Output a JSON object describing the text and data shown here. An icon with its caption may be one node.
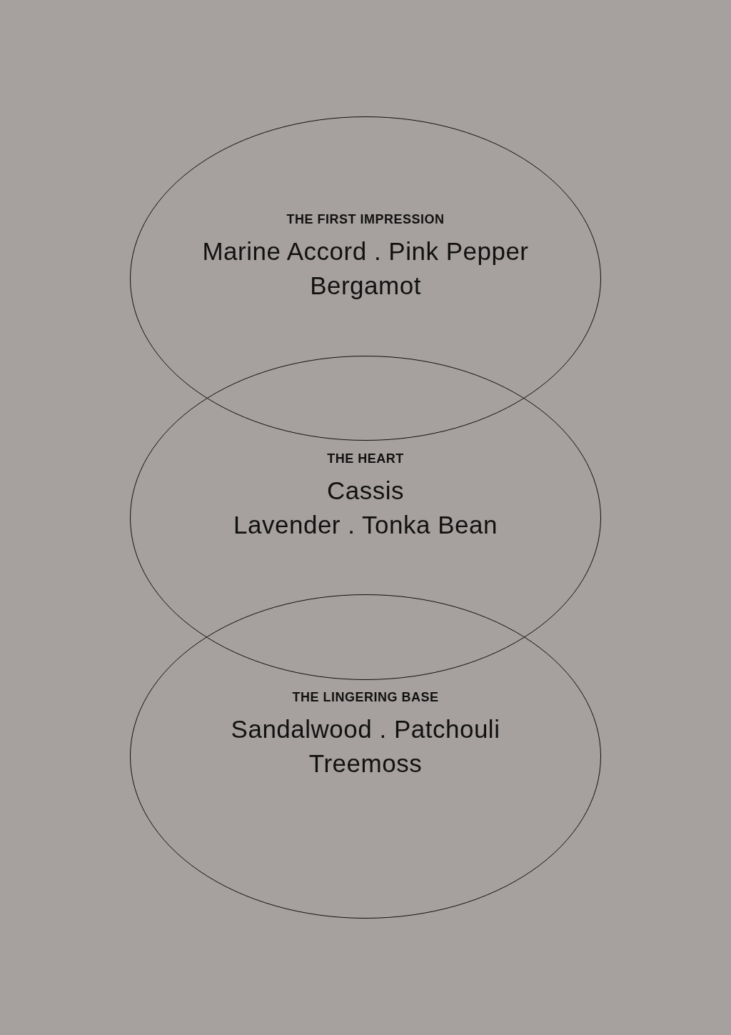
{
  "diagram": {
    "nodes": [
      {
        "text": [
          "THE FIRST IMPRESSION",
          "Marine Accord . Pink Pepper",
          "Bergamot"
        ]
      },
      {
        "text": [
          "THE HEART",
          "Cassis",
          "Lavender . Tonka Bean"
        ]
      },
      {
        "text": [
          "THE LINGERING BASE",
          "Sandalwood . Patchouli",
          "Treemoss"
        ]
      }
    ]
  }
}
